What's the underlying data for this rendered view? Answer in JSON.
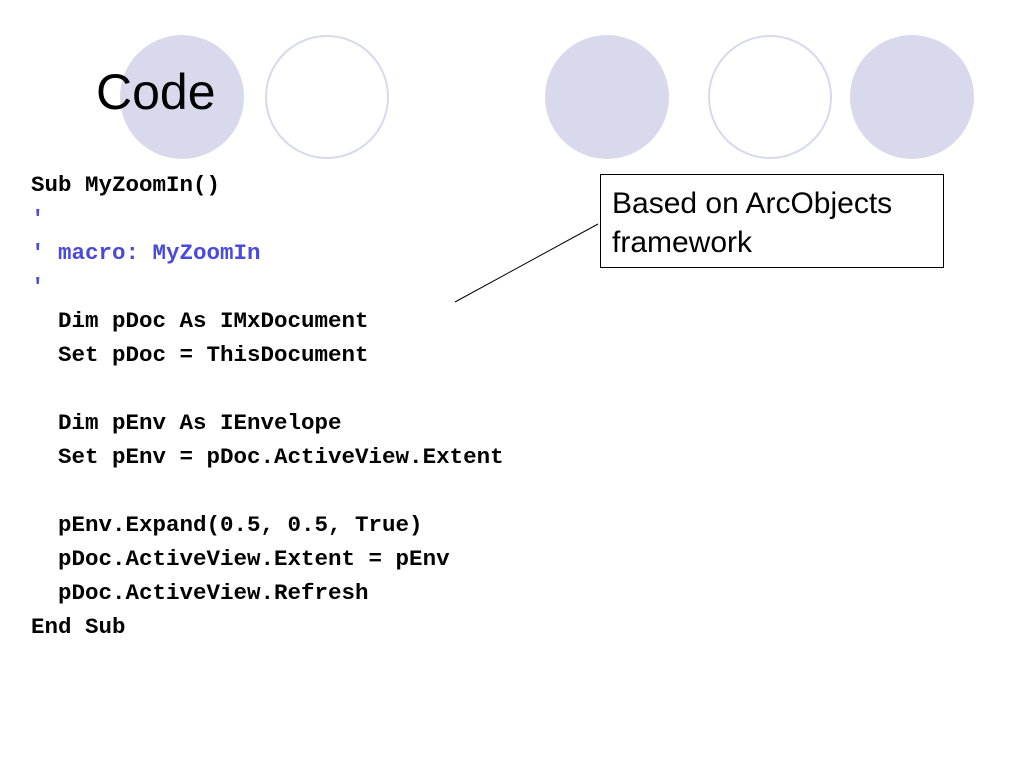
{
  "slide": {
    "title": "Code",
    "colors": {
      "circle_fill": "#d9d9ed",
      "circle_outline": "#d9d9ed",
      "comment": "#4a4add",
      "text": "#000000"
    },
    "decorations": [
      {
        "style": "filled"
      },
      {
        "style": "outline"
      },
      {
        "style": "filled"
      },
      {
        "style": "outline"
      },
      {
        "style": "filled"
      }
    ],
    "code_lines": [
      {
        "text": "Sub MyZoomIn()",
        "comment": false
      },
      {
        "text": "'",
        "comment": true
      },
      {
        "text": "' macro: MyZoomIn",
        "comment": true
      },
      {
        "text": "'",
        "comment": true
      },
      {
        "text": "  Dim pDoc As IMxDocument",
        "comment": false
      },
      {
        "text": "  Set pDoc = ThisDocument",
        "comment": false
      },
      {
        "text": "",
        "comment": false
      },
      {
        "text": "  Dim pEnv As IEnvelope",
        "comment": false
      },
      {
        "text": "  Set pEnv = pDoc.ActiveView.Extent",
        "comment": false
      },
      {
        "text": "",
        "comment": false
      },
      {
        "text": "  pEnv.Expand(0.5, 0.5, True)",
        "comment": false
      },
      {
        "text": "  pDoc.ActiveView.Extent = pEnv",
        "comment": false
      },
      {
        "text": "  pDoc.ActiveView.Refresh",
        "comment": false
      },
      {
        "text": "End Sub",
        "comment": false
      }
    ],
    "callout": {
      "lines": [
        "Based on ArcObjects",
        "framework"
      ]
    }
  }
}
